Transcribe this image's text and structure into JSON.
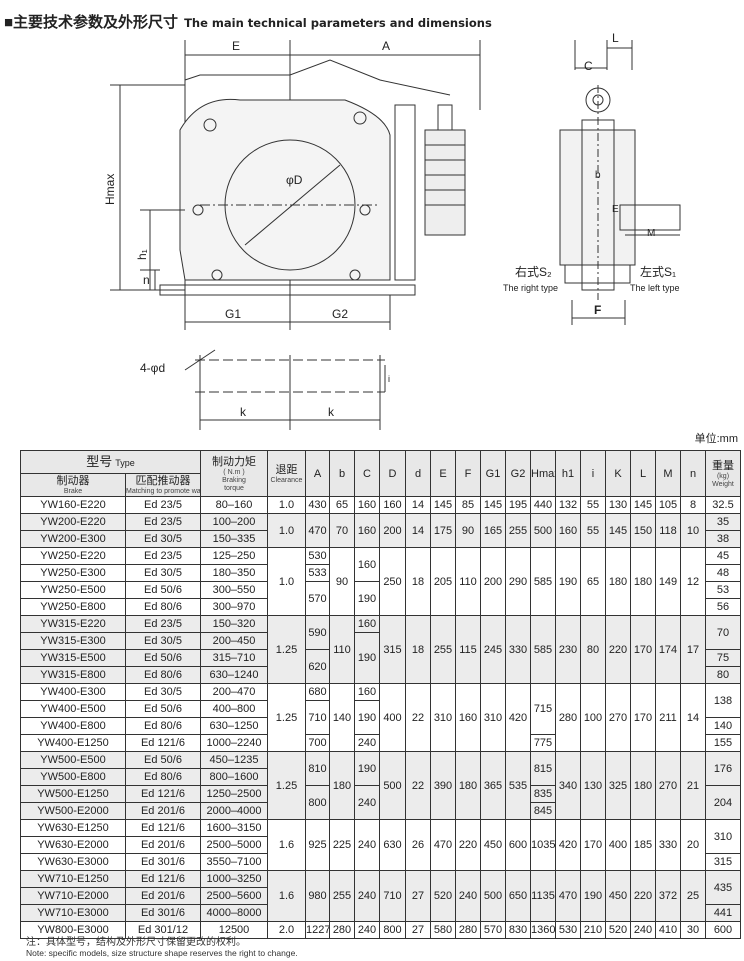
{
  "title": {
    "zh": "■主要技术参数及外形尺寸",
    "en": "The main technical parameters and dimensions"
  },
  "drawing": {
    "E": "E",
    "A": "A",
    "L": "L",
    "C": "C",
    "Hmax": "Hmax",
    "h1": "h₁",
    "n": "n",
    "phiD": "φD",
    "G1": "G1",
    "G2": "G2",
    "b": "b",
    "E_side": "E",
    "M": "M",
    "F": "F",
    "right_zh": "右式S₂",
    "right_en": "The right type",
    "left_zh": "左式S₁",
    "left_en": "The left type",
    "holes": "4-φd",
    "i": "i",
    "k1": "k",
    "k2": "k"
  },
  "unit": "单位:mm",
  "table": {
    "header": {
      "type_zh": "型号",
      "type_en": "Type",
      "brake_zh": "制动器",
      "brake_en": "Brake",
      "actuator_zh": "匹配推动器",
      "actuator_en": "Matching to promote wave",
      "torque_zh": "制动力矩",
      "torque_unit": "( N.m )",
      "torque_en": "Braking torque",
      "clear_zh": "退距",
      "clear_en": "Clearance",
      "dims": [
        "A",
        "b",
        "C",
        "D",
        "d",
        "E",
        "F",
        "G1",
        "G2",
        "Hmax",
        "h1",
        "i",
        "K",
        "L",
        "M",
        "n"
      ],
      "weight_zh": "重量",
      "weight_unit": "(kg)",
      "weight_en": "Weight"
    },
    "groups": [
      0,
      1,
      1,
      2,
      2,
      2,
      2,
      3,
      3,
      3,
      3,
      4,
      4,
      4,
      4,
      5,
      5,
      5,
      5,
      6,
      6,
      6,
      7,
      7,
      7,
      8
    ],
    "rows": [
      [
        "YW160-E220",
        "Ed 23/5",
        "80–160",
        "1.0",
        "430",
        "65",
        "160",
        "160",
        "14",
        "145",
        "85",
        "145",
        "195",
        "440",
        "132",
        "55",
        "130",
        "145",
        "105",
        "8",
        "32.5"
      ],
      [
        "YW200-E220",
        "Ed 23/5",
        "100–200",
        "1.0",
        "470",
        "70",
        "160",
        "200",
        "14",
        "175",
        "90",
        "165",
        "255",
        "500",
        "160",
        "55",
        "145",
        "150",
        "118",
        "10",
        "35"
      ],
      [
        "YW200-E300",
        "Ed 30/5",
        "150–335",
        null,
        null,
        null,
        null,
        null,
        null,
        null,
        null,
        null,
        null,
        null,
        null,
        null,
        null,
        null,
        null,
        null,
        "38"
      ],
      [
        "YW250-E220",
        "Ed 23/5",
        "125–250",
        "1.0",
        "530",
        "90",
        "160",
        "250",
        "18",
        "205",
        "110",
        "200",
        "290",
        "585",
        "190",
        "65",
        "180",
        "180",
        "149",
        "12",
        "45"
      ],
      [
        "YW250-E300",
        "Ed 30/5",
        "180–350",
        null,
        "533",
        null,
        null,
        null,
        null,
        null,
        null,
        null,
        null,
        null,
        null,
        null,
        null,
        null,
        null,
        null,
        "48"
      ],
      [
        "YW250-E500",
        "Ed 50/6",
        "300–550",
        null,
        "570",
        null,
        "190",
        null,
        null,
        null,
        null,
        null,
        null,
        null,
        null,
        null,
        null,
        null,
        null,
        null,
        "53"
      ],
      [
        "YW250-E800",
        "Ed 80/6",
        "300–970",
        null,
        null,
        null,
        null,
        null,
        null,
        null,
        null,
        null,
        null,
        null,
        null,
        null,
        null,
        null,
        null,
        null,
        "56"
      ],
      [
        "YW315-E220",
        "Ed 23/5",
        "150–320",
        "1.25",
        "590",
        "110",
        "160",
        "315",
        "18",
        "255",
        "115",
        "245",
        "330",
        "585",
        "230",
        "80",
        "220",
        "170",
        "174",
        "17",
        "70"
      ],
      [
        "YW315-E300",
        "Ed 30/5",
        "200–450",
        null,
        null,
        null,
        "190",
        null,
        null,
        null,
        null,
        null,
        null,
        null,
        null,
        null,
        null,
        null,
        null,
        null,
        null
      ],
      [
        "YW315-E500",
        "Ed 50/6",
        "315–710",
        null,
        "620",
        null,
        null,
        null,
        null,
        null,
        null,
        null,
        null,
        null,
        null,
        null,
        null,
        null,
        null,
        null,
        "75"
      ],
      [
        "YW315-E800",
        "Ed 80/6",
        "630–1240",
        null,
        null,
        null,
        null,
        null,
        null,
        null,
        null,
        null,
        null,
        null,
        null,
        null,
        null,
        null,
        null,
        null,
        "80"
      ],
      [
        "YW400-E300",
        "Ed 30/5",
        "200–470",
        "1.25",
        "680",
        "140",
        "160",
        "400",
        "22",
        "310",
        "160",
        "310",
        "420",
        "715",
        "280",
        "100",
        "270",
        "170",
        "211",
        "14",
        "138"
      ],
      [
        "YW400-E500",
        "Ed 50/6",
        "400–800",
        null,
        "710",
        null,
        "190",
        null,
        null,
        null,
        null,
        null,
        null,
        null,
        null,
        null,
        null,
        null,
        null,
        null,
        null
      ],
      [
        "YW400-E800",
        "Ed 80/6",
        "630–1250",
        null,
        null,
        null,
        null,
        null,
        null,
        null,
        null,
        null,
        null,
        null,
        null,
        null,
        null,
        null,
        null,
        null,
        "140"
      ],
      [
        "YW400-E1250",
        "Ed 121/6",
        "1000–2240",
        null,
        "700",
        null,
        "240",
        null,
        null,
        null,
        null,
        null,
        null,
        "775",
        null,
        null,
        null,
        null,
        null,
        null,
        "155"
      ],
      [
        "YW500-E500",
        "Ed 50/6",
        "450–1235",
        "1.25",
        "810",
        "180",
        "190",
        "500",
        "22",
        "390",
        "180",
        "365",
        "535",
        "815",
        "340",
        "130",
        "325",
        "180",
        "270",
        "21",
        "176"
      ],
      [
        "YW500-E800",
        "Ed 80/6",
        "800–1600",
        null,
        null,
        null,
        null,
        null,
        null,
        null,
        null,
        null,
        null,
        null,
        null,
        null,
        null,
        null,
        null,
        null,
        null
      ],
      [
        "YW500-E1250",
        "Ed 121/6",
        "1250–2500",
        null,
        "800",
        null,
        "240",
        null,
        null,
        null,
        null,
        null,
        null,
        "835",
        null,
        null,
        null,
        null,
        null,
        null,
        "204"
      ],
      [
        "YW500-E2000",
        "Ed 201/6",
        "2000–4000",
        null,
        null,
        null,
        null,
        null,
        null,
        null,
        null,
        null,
        null,
        "845",
        null,
        null,
        null,
        null,
        null,
        null,
        null
      ],
      [
        "YW630-E1250",
        "Ed 121/6",
        "1600–3150",
        "1.6",
        "925",
        "225",
        "240",
        "630",
        "26",
        "470",
        "220",
        "450",
        "600",
        "1035",
        "420",
        "170",
        "400",
        "185",
        "330",
        "20",
        "310"
      ],
      [
        "YW630-E2000",
        "Ed 201/6",
        "2500–5000",
        null,
        null,
        null,
        null,
        null,
        null,
        null,
        null,
        null,
        null,
        null,
        null,
        null,
        null,
        null,
        null,
        null,
        null
      ],
      [
        "YW630-E3000",
        "Ed 301/6",
        "3550–7100",
        null,
        null,
        null,
        null,
        null,
        null,
        null,
        null,
        null,
        null,
        null,
        null,
        null,
        null,
        null,
        null,
        null,
        "315"
      ],
      [
        "YW710-E1250",
        "Ed 121/6",
        "1000–3250",
        "1.6",
        "980",
        "255",
        "240",
        "710",
        "27",
        "520",
        "240",
        "500",
        "650",
        "1135",
        "470",
        "190",
        "450",
        "220",
        "372",
        "25",
        "435"
      ],
      [
        "YW710-E2000",
        "Ed 201/6",
        "2500–5600",
        null,
        null,
        null,
        null,
        null,
        null,
        null,
        null,
        null,
        null,
        null,
        null,
        null,
        null,
        null,
        null,
        null,
        null
      ],
      [
        "YW710-E3000",
        "Ed 301/6",
        "4000–8000",
        null,
        null,
        null,
        null,
        null,
        null,
        null,
        null,
        null,
        null,
        null,
        null,
        null,
        null,
        null,
        null,
        null,
        "441"
      ],
      [
        "YW800-E3000",
        "Ed 301/12",
        "12500",
        "2.0",
        "1227",
        "280",
        "240",
        "800",
        "27",
        "580",
        "280",
        "570",
        "830",
        "1360",
        "530",
        "210",
        "520",
        "240",
        "410",
        "30",
        "600"
      ]
    ]
  },
  "note": {
    "zh": "注：具体型号，结构及外形尺寸保留更改的权利。",
    "en": "Note: specific models, size structure shape reserves the right to change."
  }
}
